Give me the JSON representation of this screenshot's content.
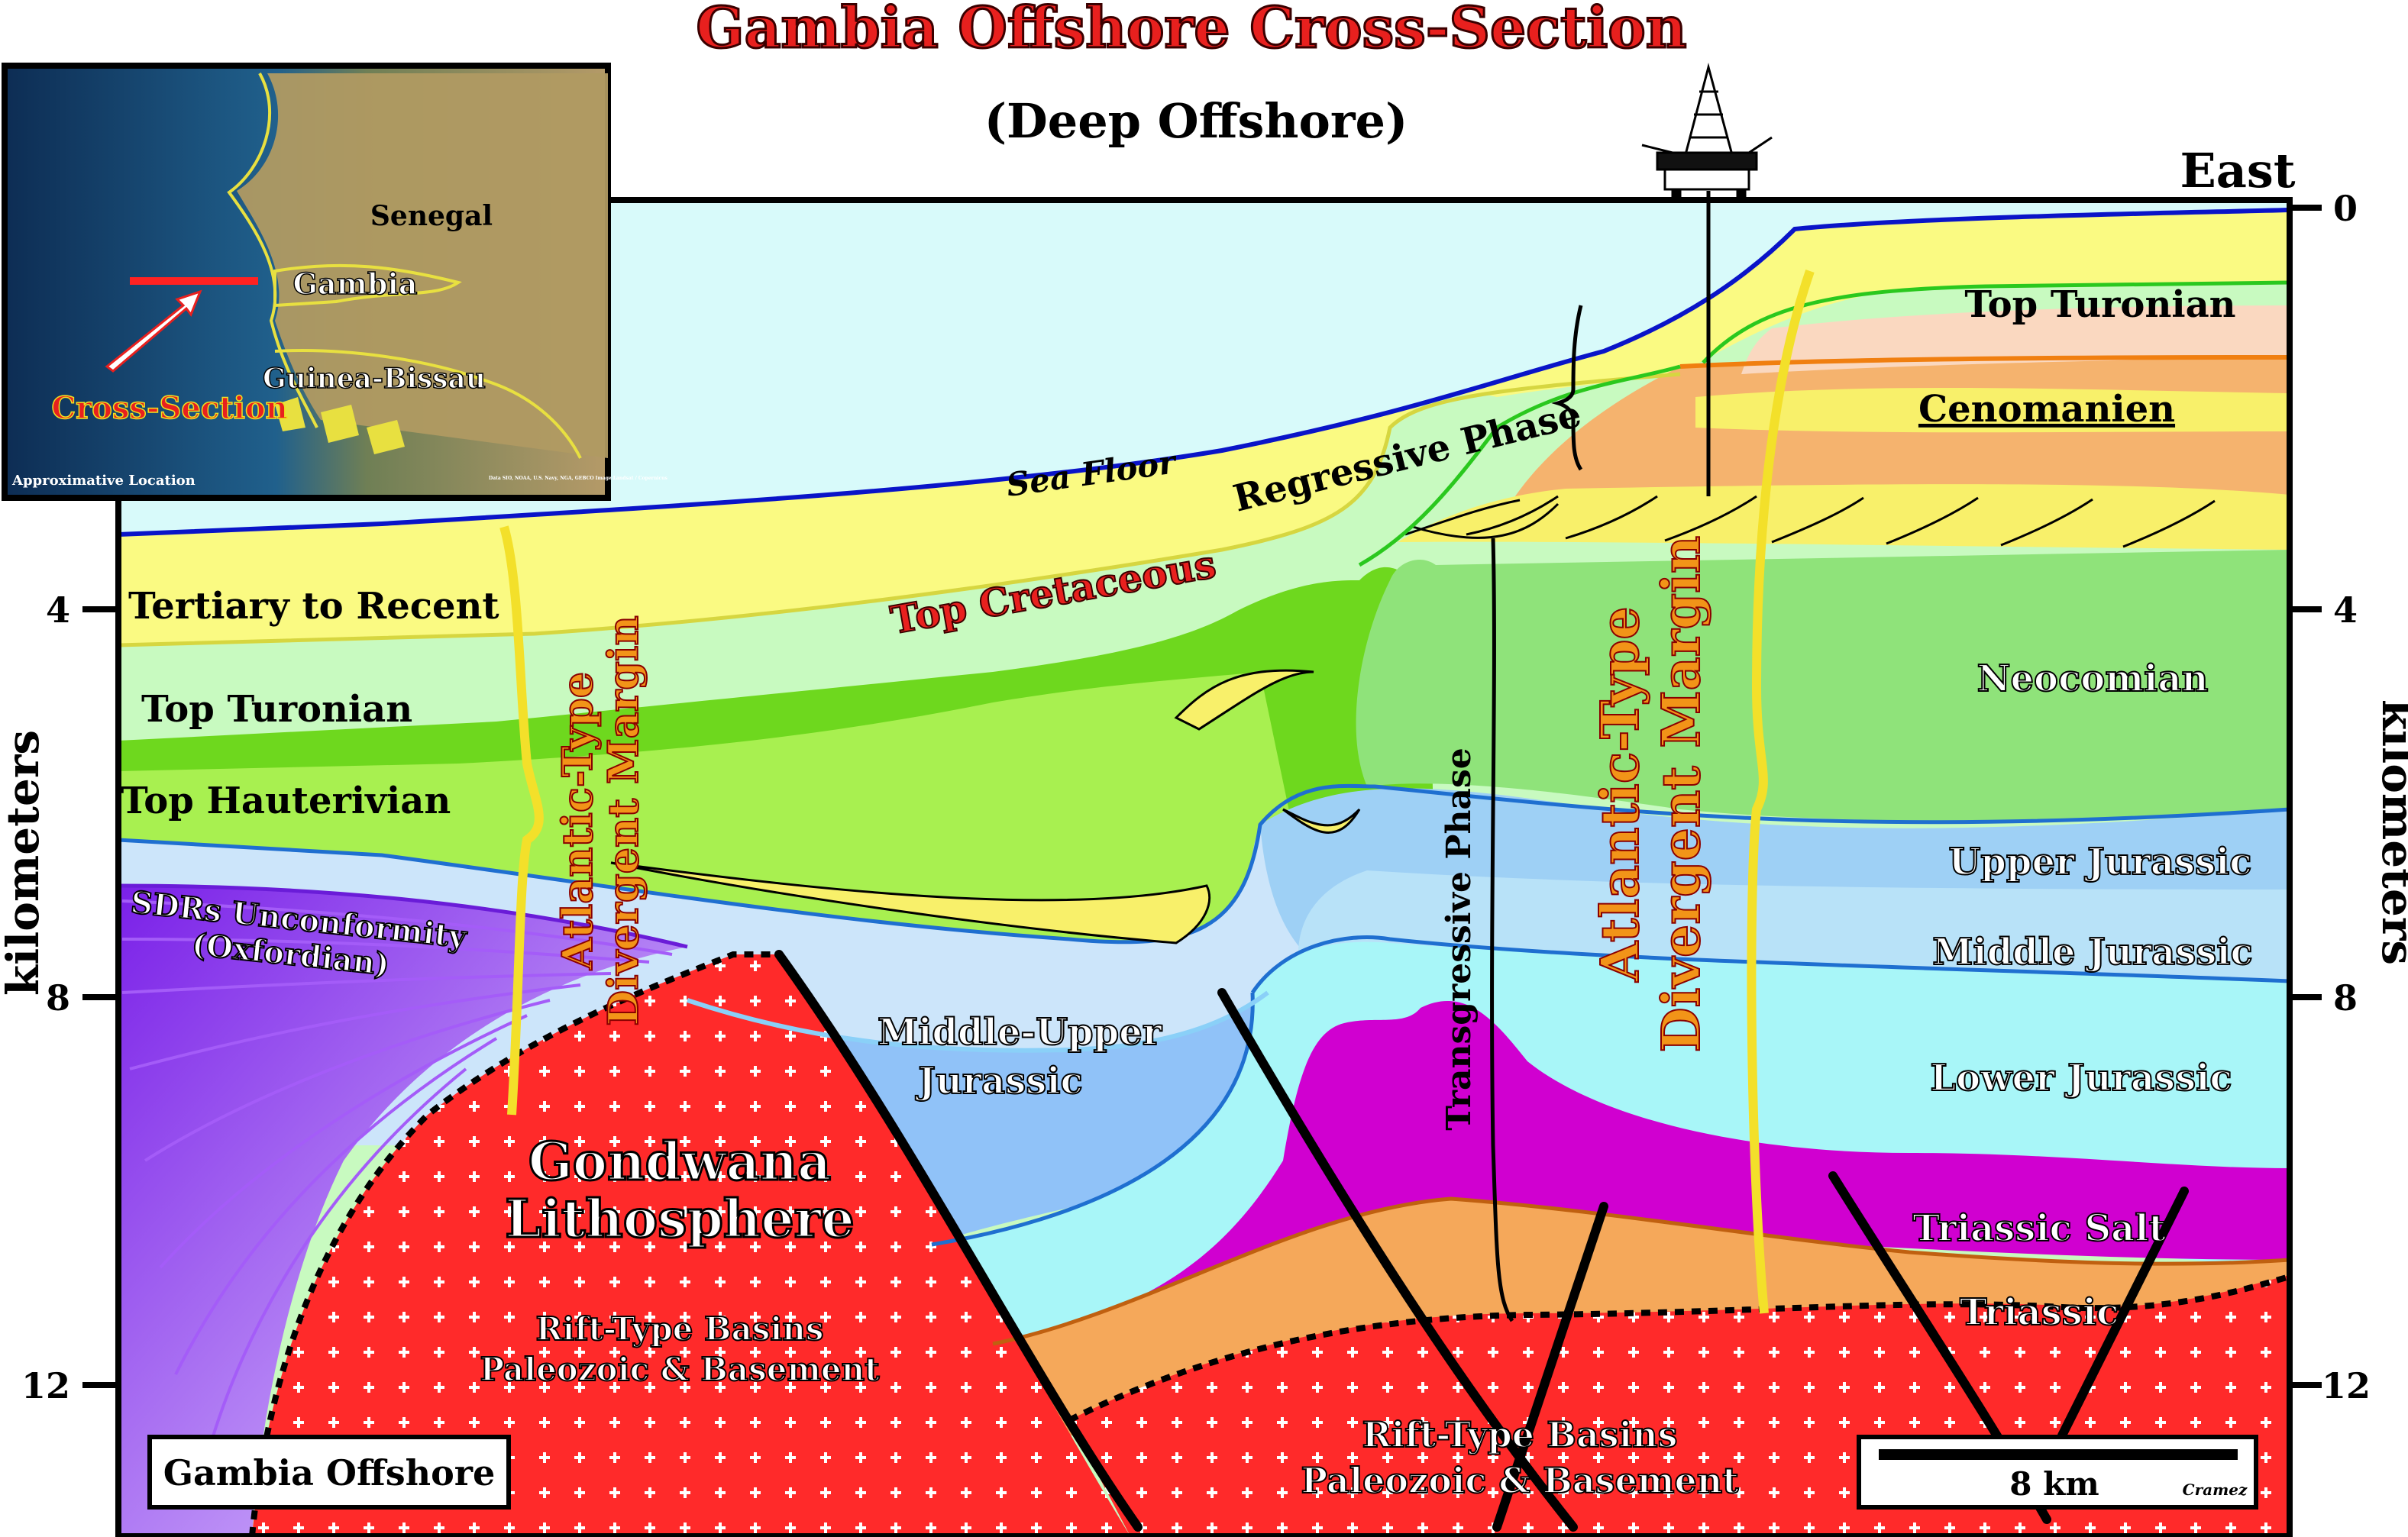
{
  "header": {
    "title": "Gambia Offshore Cross-Section",
    "subtitle": "(Deep Offshore)",
    "direction": "East"
  },
  "axis": {
    "label": "kilometers",
    "ticks": [
      "0",
      "4",
      "8",
      "12"
    ]
  },
  "inset_map": {
    "countries": [
      "Senegal",
      "Gambia",
      "Guinea-Bissau"
    ],
    "section_label": "Cross-Section",
    "note": "Approximative Location",
    "credit": "Data SIO, NOAA, U.S. Navy, NGA, GEBCO Image Landsat / Copernicus"
  },
  "labels": {
    "tertiary": "Tertiary to Recent",
    "top_turonian_left": "Top Turonian",
    "top_hauterivian": "Top Hauterivian",
    "sdrs_line1": "SDRs Unconformity",
    "sdrs_line2": "(Oxfordian)",
    "sea_floor": "Sea Floor",
    "regressive": "Regressive Phase",
    "top_cretaceous": "Top Cretaceous",
    "atlantic_left_1": "Atlantic-Type",
    "atlantic_left_2": "Divergent Margin",
    "atlantic_right_1": "Atlantic-Type",
    "atlantic_right_2": "Divergent Margin",
    "transgressive": "Transgressive Phase",
    "top_turonian_right": "Top Turonian",
    "cenomanien": "Cenomanien",
    "neocomian": "Neocomian",
    "upper_jurassic": "Upper Jurassic",
    "middle_jurassic": "Middle Jurassic",
    "lower_jurassic": "Lower Jurassic",
    "triassic_salt": "Triassic Salt",
    "triassic": "Triassic",
    "mid_upper_1": "Middle-Upper",
    "mid_upper_2": "Jurassic",
    "gondwana_1": "Gondwana",
    "gondwana_2": "Lithosphere",
    "rift_left_1": "Rift-Type Basins",
    "rift_left_2": "Paleozoic & Basement",
    "rift_right_1": "Rift-Type Basins",
    "rift_right_2": "Paleozoic & Basement",
    "box_label": "Gambia Offshore",
    "scale": "8 km",
    "author": "Cramez"
  },
  "colors": {
    "water": "#d8fafa",
    "tertiary": "#fafa82",
    "paleo_green": "#c8fac0",
    "turonian": "#6ed81e",
    "hauterivian": "#a8f050",
    "neocomian": "#8fe37a",
    "upper_jurassic": "#9ed0f5",
    "mid_upper_jurassic": "#90c2f8",
    "lower_jurassic": "#a8f6f8",
    "salt": "#d000d0",
    "triassic": "#f5a85a",
    "basement": "#ff2a2a",
    "sdr": "#8a3cf0",
    "title_red": "#e8201e"
  }
}
